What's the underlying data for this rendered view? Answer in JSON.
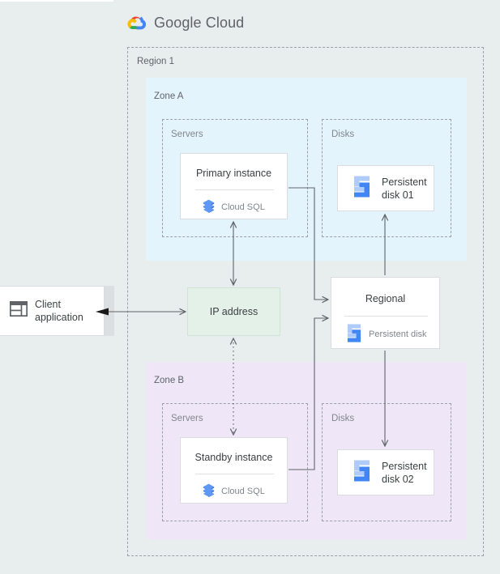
{
  "brand": {
    "logo_icon": "google-cloud-logo-icon",
    "name_part1": "Google",
    "name_part2": "Cloud",
    "colors": {
      "blue": "#4285F4",
      "red": "#EA4335",
      "yellow": "#FBBC04",
      "green": "#34A853",
      "text_gray": "#5F6368"
    }
  },
  "diagram": {
    "background": "#E8EDEE",
    "region": {
      "label": "Region 1",
      "border_color": "#9AA0A6"
    },
    "zones": [
      {
        "label": "Zone A",
        "background": "#E4F4FD",
        "groups": [
          {
            "label": "Servers"
          },
          {
            "label": "Disks"
          }
        ]
      },
      {
        "label": "Zone B",
        "background": "#EFE7F7",
        "groups": [
          {
            "label": "Servers"
          },
          {
            "label": "Disks"
          }
        ]
      }
    ],
    "nodes": {
      "client_application": {
        "label_line1": "Client",
        "label_line2": "application",
        "icon": "browser-window-icon"
      },
      "ip_address": {
        "label": "IP address",
        "background": "#E3F1E8"
      },
      "primary_instance": {
        "title": "Primary instance",
        "subtitle": "Cloud SQL",
        "icon": "cloud-sql-icon"
      },
      "standby_instance": {
        "title": "Standby instance",
        "subtitle": "Cloud SQL",
        "icon": "cloud-sql-icon"
      },
      "regional_persistent_disk": {
        "title": "Regional",
        "subtitle": "Persistent disk",
        "icon": "persistent-disk-icon"
      },
      "persistent_disk_01": {
        "label_line1": "Persistent",
        "label_line2": "disk 01",
        "icon": "persistent-disk-icon"
      },
      "persistent_disk_02": {
        "label_line1": "Persistent",
        "label_line2": "disk 02",
        "icon": "persistent-disk-icon"
      }
    },
    "connections": [
      {
        "from": "client-application",
        "to": "ip-address",
        "style": "solid",
        "arrow": "both"
      },
      {
        "from": "primary-instance",
        "to": "ip-address",
        "style": "solid",
        "arrow": "both"
      },
      {
        "from": "ip-address",
        "to": "standby-instance",
        "style": "dotted",
        "arrow": "both"
      },
      {
        "from": "primary-instance",
        "to": "regional-persistent-disk",
        "style": "solid",
        "arrow": "end"
      },
      {
        "from": "standby-instance",
        "to": "regional-persistent-disk",
        "style": "solid",
        "arrow": "end"
      },
      {
        "from": "regional-persistent-disk",
        "to": "persistent-disk-01",
        "style": "solid",
        "arrow": "end"
      },
      {
        "from": "regional-persistent-disk",
        "to": "persistent-disk-02",
        "style": "solid",
        "arrow": "end"
      }
    ]
  }
}
